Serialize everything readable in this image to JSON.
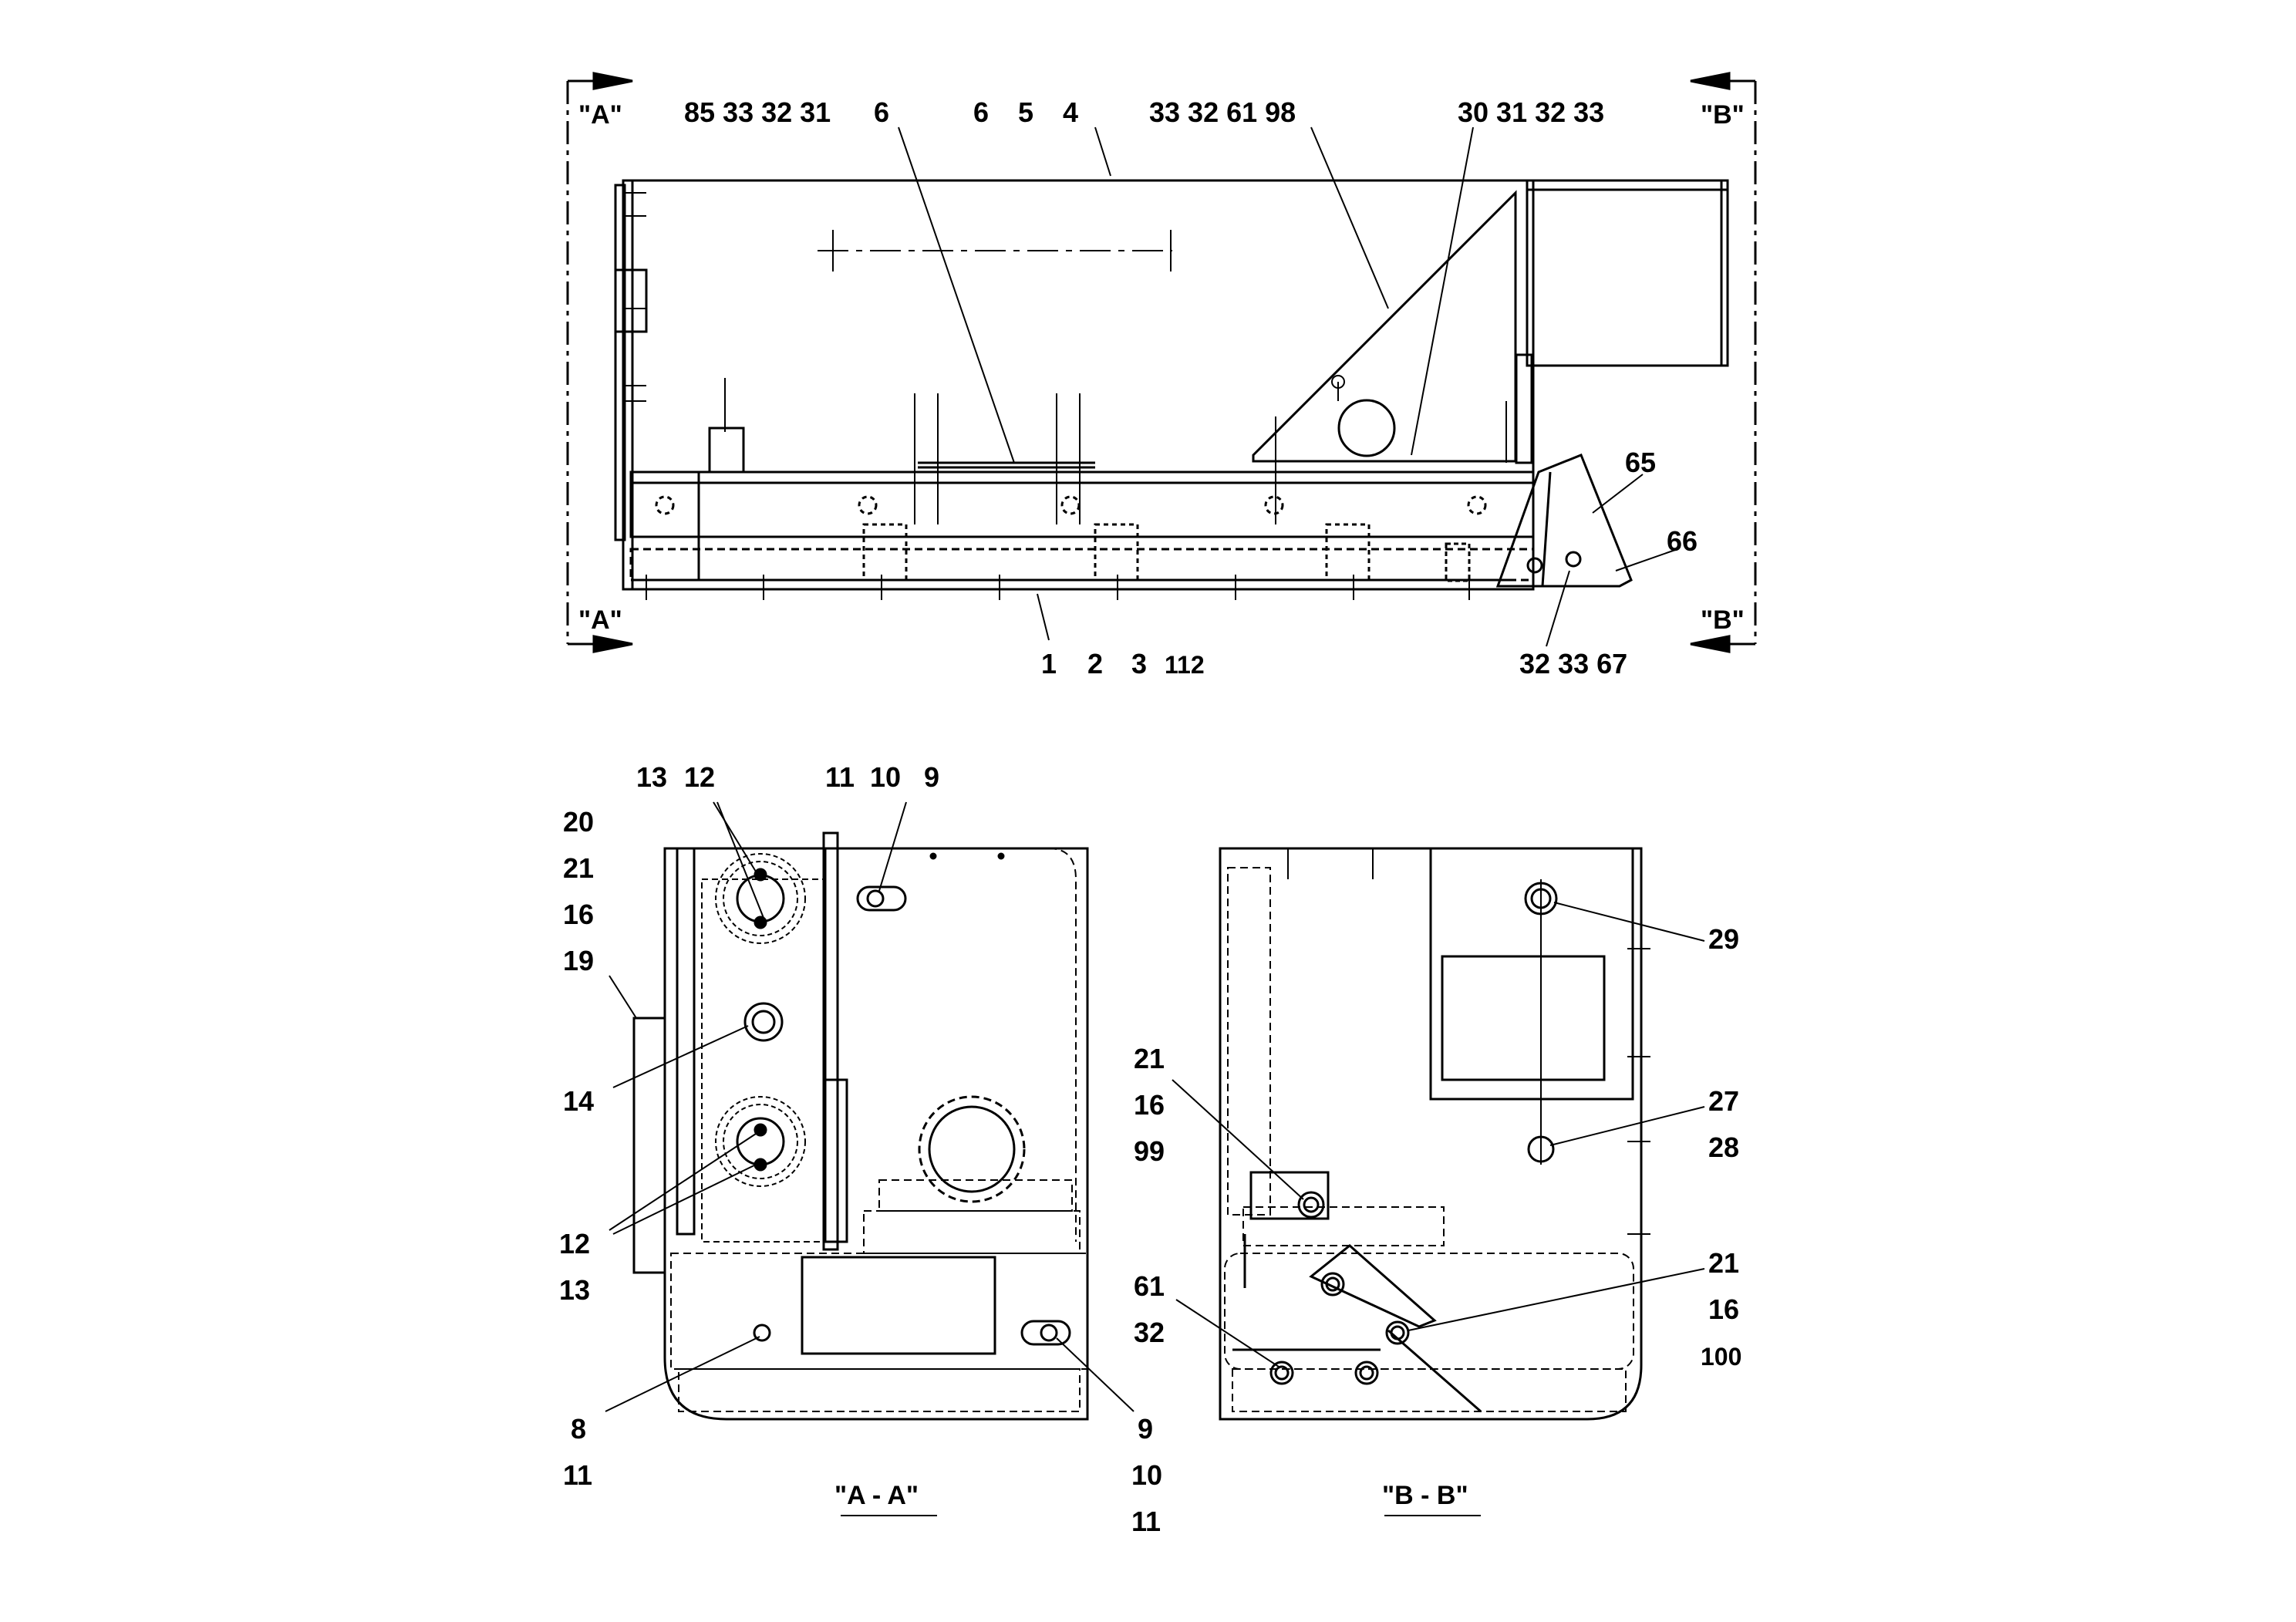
{
  "top_view": {
    "section_marks": {
      "a_top": "\"A\"",
      "a_bottom": "\"A\"",
      "b_top": "\"B\"",
      "b_bottom": "\"B\""
    },
    "callouts": {
      "top_1": "85 33 32 31",
      "top_2": "6",
      "top_3": "6",
      "top_4": "5",
      "top_5": "4",
      "top_6": "33 32 61 98",
      "top_7": "30 31 32 33",
      "right_1": "65",
      "right_2": "66",
      "bottom_1": "1",
      "bottom_2": "2",
      "bottom_3": "3",
      "bottom_4": "112",
      "bottom_5": "32 33 67"
    }
  },
  "section_aa": {
    "title": "\"A - A\"",
    "callouts": {
      "c13a": "13",
      "c12a": "12",
      "c11a": "11",
      "c10a": "10",
      "c9a": "9",
      "c20": "20",
      "c21": "21",
      "c16": "16",
      "c19": "19",
      "c14": "14",
      "c12b": "12",
      "c13b": "13",
      "c8": "8",
      "c11b": "11",
      "c9b": "9",
      "c10b": "10",
      "c11c": "11"
    }
  },
  "section_bb": {
    "title": "\"B - B\"",
    "callouts": {
      "c29": "29",
      "c21a": "21",
      "c16a": "16",
      "c99": "99",
      "c27": "27",
      "c28": "28",
      "c61": "61",
      "c32": "32",
      "c21b": "21",
      "c16b": "16",
      "c100": "100"
    }
  }
}
